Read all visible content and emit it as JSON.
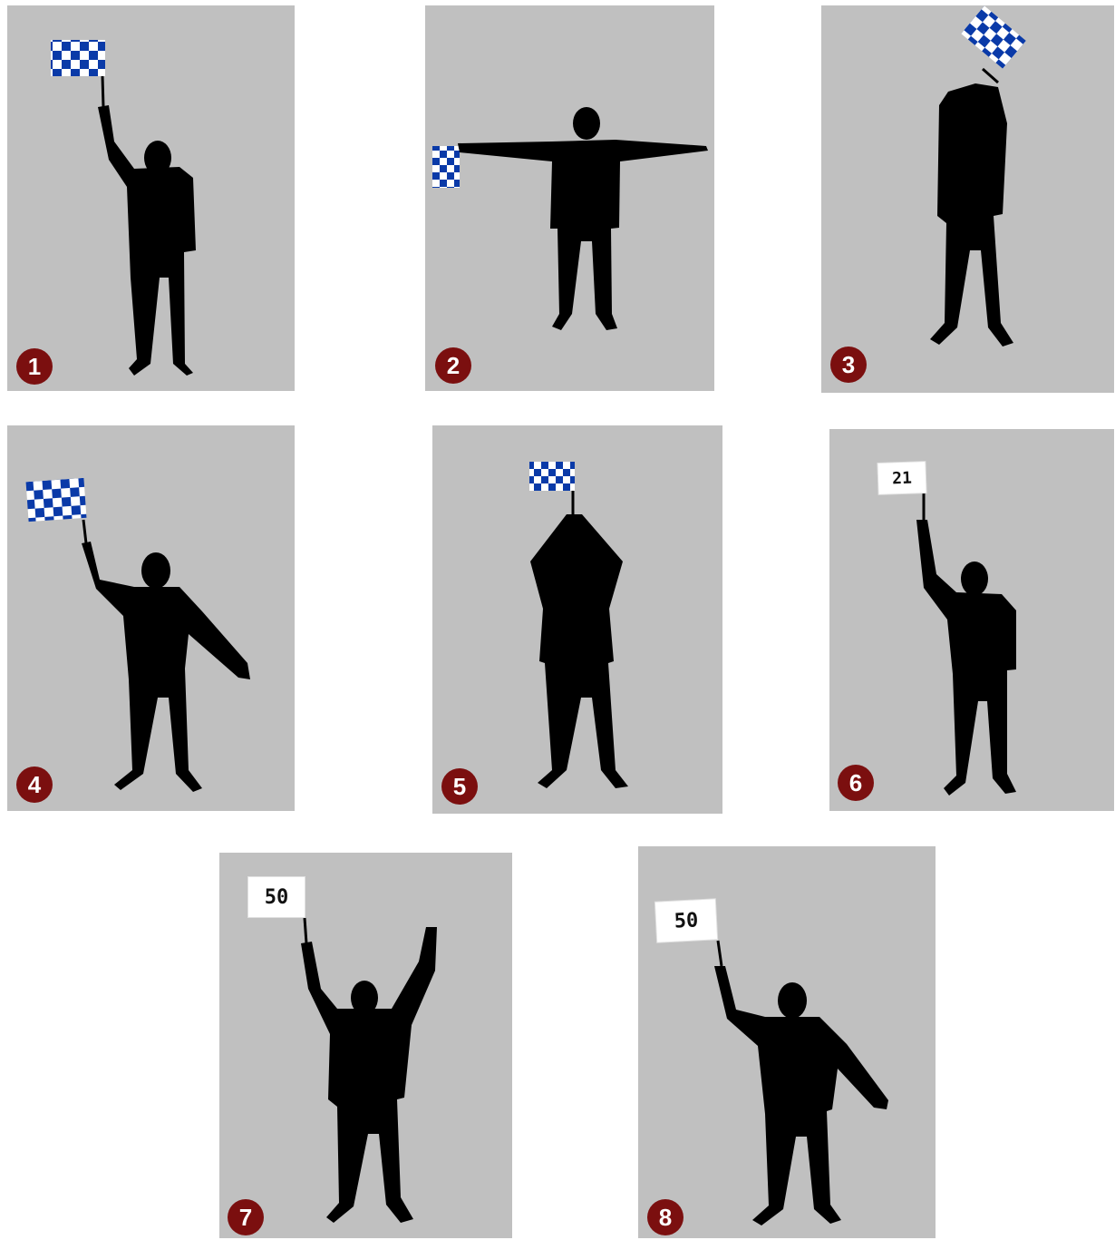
{
  "panels": [
    {
      "number": "1",
      "pose": "one-arm-raised-flag"
    },
    {
      "number": "2",
      "pose": "arms-outstretched-flag"
    },
    {
      "number": "3",
      "pose": "flag-overhead-waving"
    },
    {
      "number": "4",
      "pose": "flag-raised-arm-lowered"
    },
    {
      "number": "5",
      "pose": "arms-crossed-overhead-flag"
    },
    {
      "number": "6",
      "pose": "one-arm-raised-sign",
      "sign_text": "21"
    },
    {
      "number": "7",
      "pose": "both-arms-raised-sign",
      "sign_text": "50"
    },
    {
      "number": "8",
      "pose": "sign-raised-arm-lowered",
      "sign_text": "50"
    }
  ],
  "colors": {
    "panel_background": "#c0c0c0",
    "silhouette": "#000000",
    "flag_blue": "#0a3aa8",
    "badge": "#7b0f0f"
  }
}
